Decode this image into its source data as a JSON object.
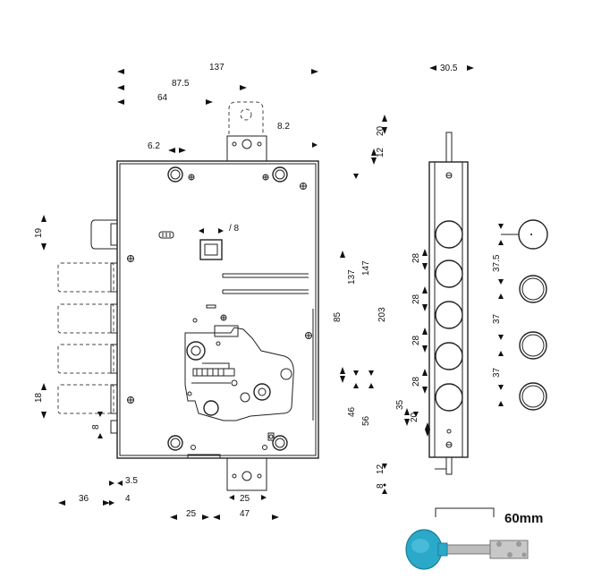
{
  "dimensions": {
    "d137_top": "137",
    "d87_5": "87.5",
    "d64": "64",
    "d30_5": "30.5",
    "d8_2": "8.2",
    "d6_2": "6.2",
    "d8_pin": "/ 8",
    "d20_top": "20",
    "d12_top": "12",
    "d19": "19",
    "d18": "18",
    "d8_left": "8",
    "d137_v": "137",
    "d147": "147",
    "d85": "85",
    "d203": "203",
    "d28_a": "28",
    "d28_b": "28",
    "d28_c": "28",
    "d28_d": "28",
    "d37_5": "37.5",
    "d37_a": "37",
    "d37_b": "37",
    "d46": "46",
    "d56": "56",
    "d35": "35",
    "d20_bot": "20",
    "d8_bot": "8",
    "d12_bot": "12",
    "d3_5": "3.5",
    "d36": "36",
    "d4": "4",
    "d25_a": "25",
    "d25_b": "25",
    "d47": "47"
  },
  "key": {
    "length_label": "60mm",
    "color": "#2aa9c9"
  },
  "colors": {
    "line": "#222222",
    "key_blue": "#2aa9c9",
    "key_metal": "#b9b9b9"
  }
}
